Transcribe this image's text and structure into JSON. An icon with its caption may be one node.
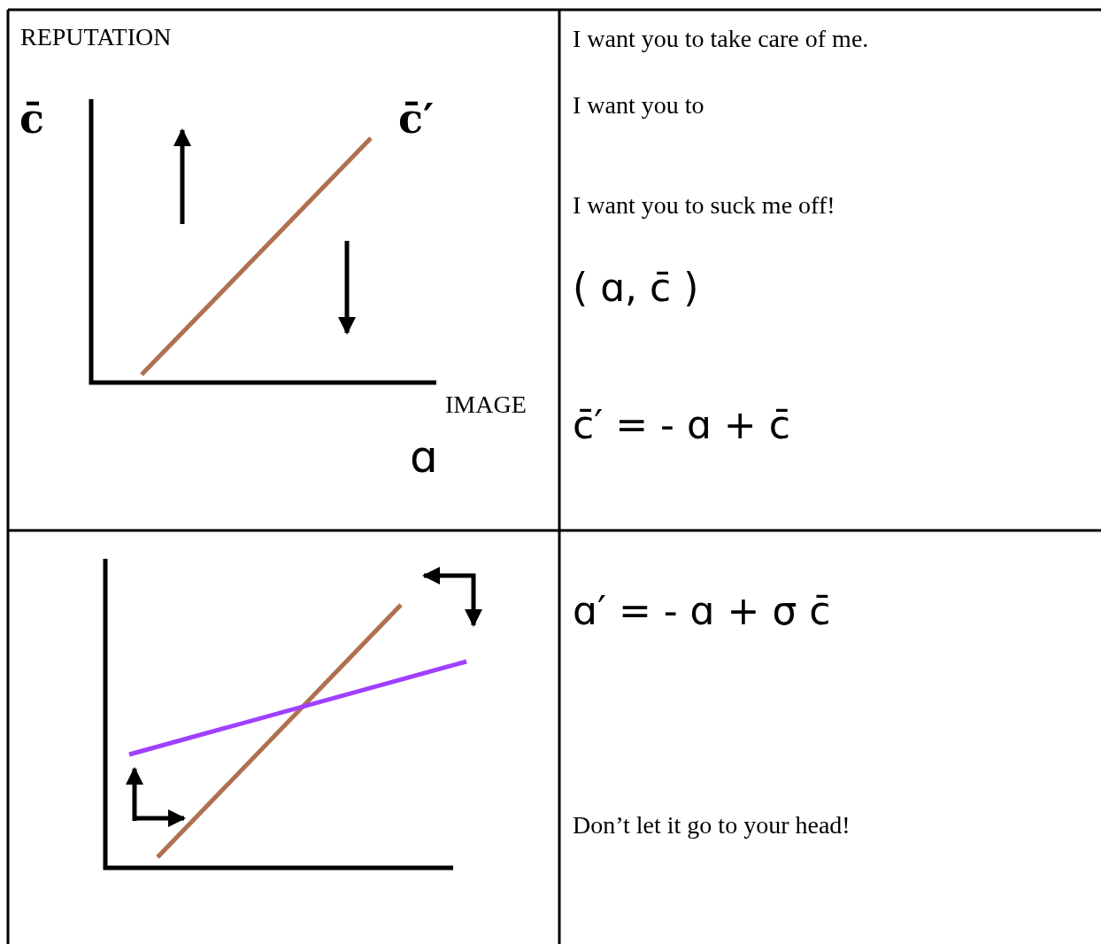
{
  "diagram": {
    "labels": [
      "REPUTATION",
      "c̄",
      "c̄′",
      "IMAGE",
      "ɑ",
      "I want you to take care of me.",
      "I want you to",
      "I want you to suck me off!",
      "( ɑ, c̄ )",
      "c̄′ = - ɑ + c̄",
      "ɑ′ = - ɑ + σ c̄",
      "Don’t let it go to your head!"
    ]
  }
}
